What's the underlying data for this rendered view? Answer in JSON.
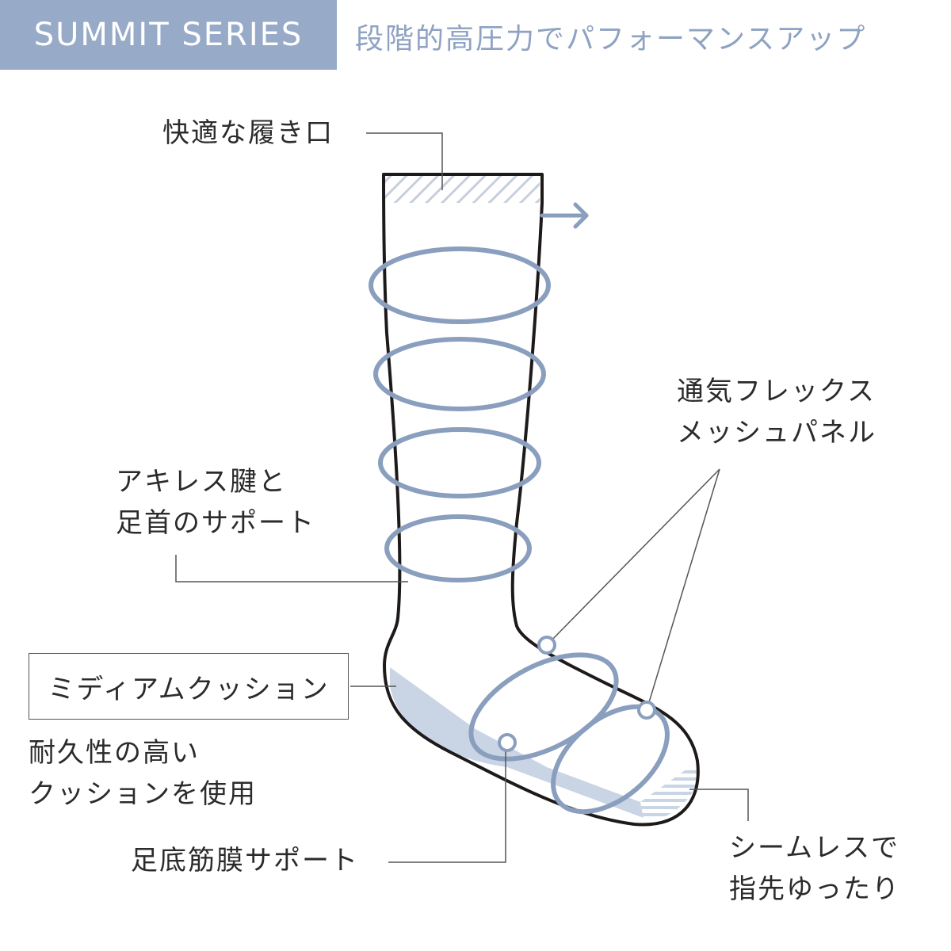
{
  "header": {
    "badge": "SUMMIT SERIES",
    "tagline": "段階的高圧力でパフォーマンスアップ"
  },
  "callouts": {
    "opening": "快適な履き口",
    "mesh": [
      "通気フレックス",
      "メッシュパネル"
    ],
    "achilles": [
      "アキレス腱と",
      "足首のサポート"
    ],
    "cushion_title": "ミディアムクッション",
    "cushion_desc": [
      "耐久性の高い",
      "クッションを使用"
    ],
    "plantar": "足底筋膜サポート",
    "seamless": [
      "シームレスで",
      "指先ゆったり"
    ]
  },
  "colors": {
    "accent": "#97aac8",
    "ring": "#8a9ebe",
    "outline": "#1f1a1a",
    "cushion_fill": "#c9d4e5"
  }
}
